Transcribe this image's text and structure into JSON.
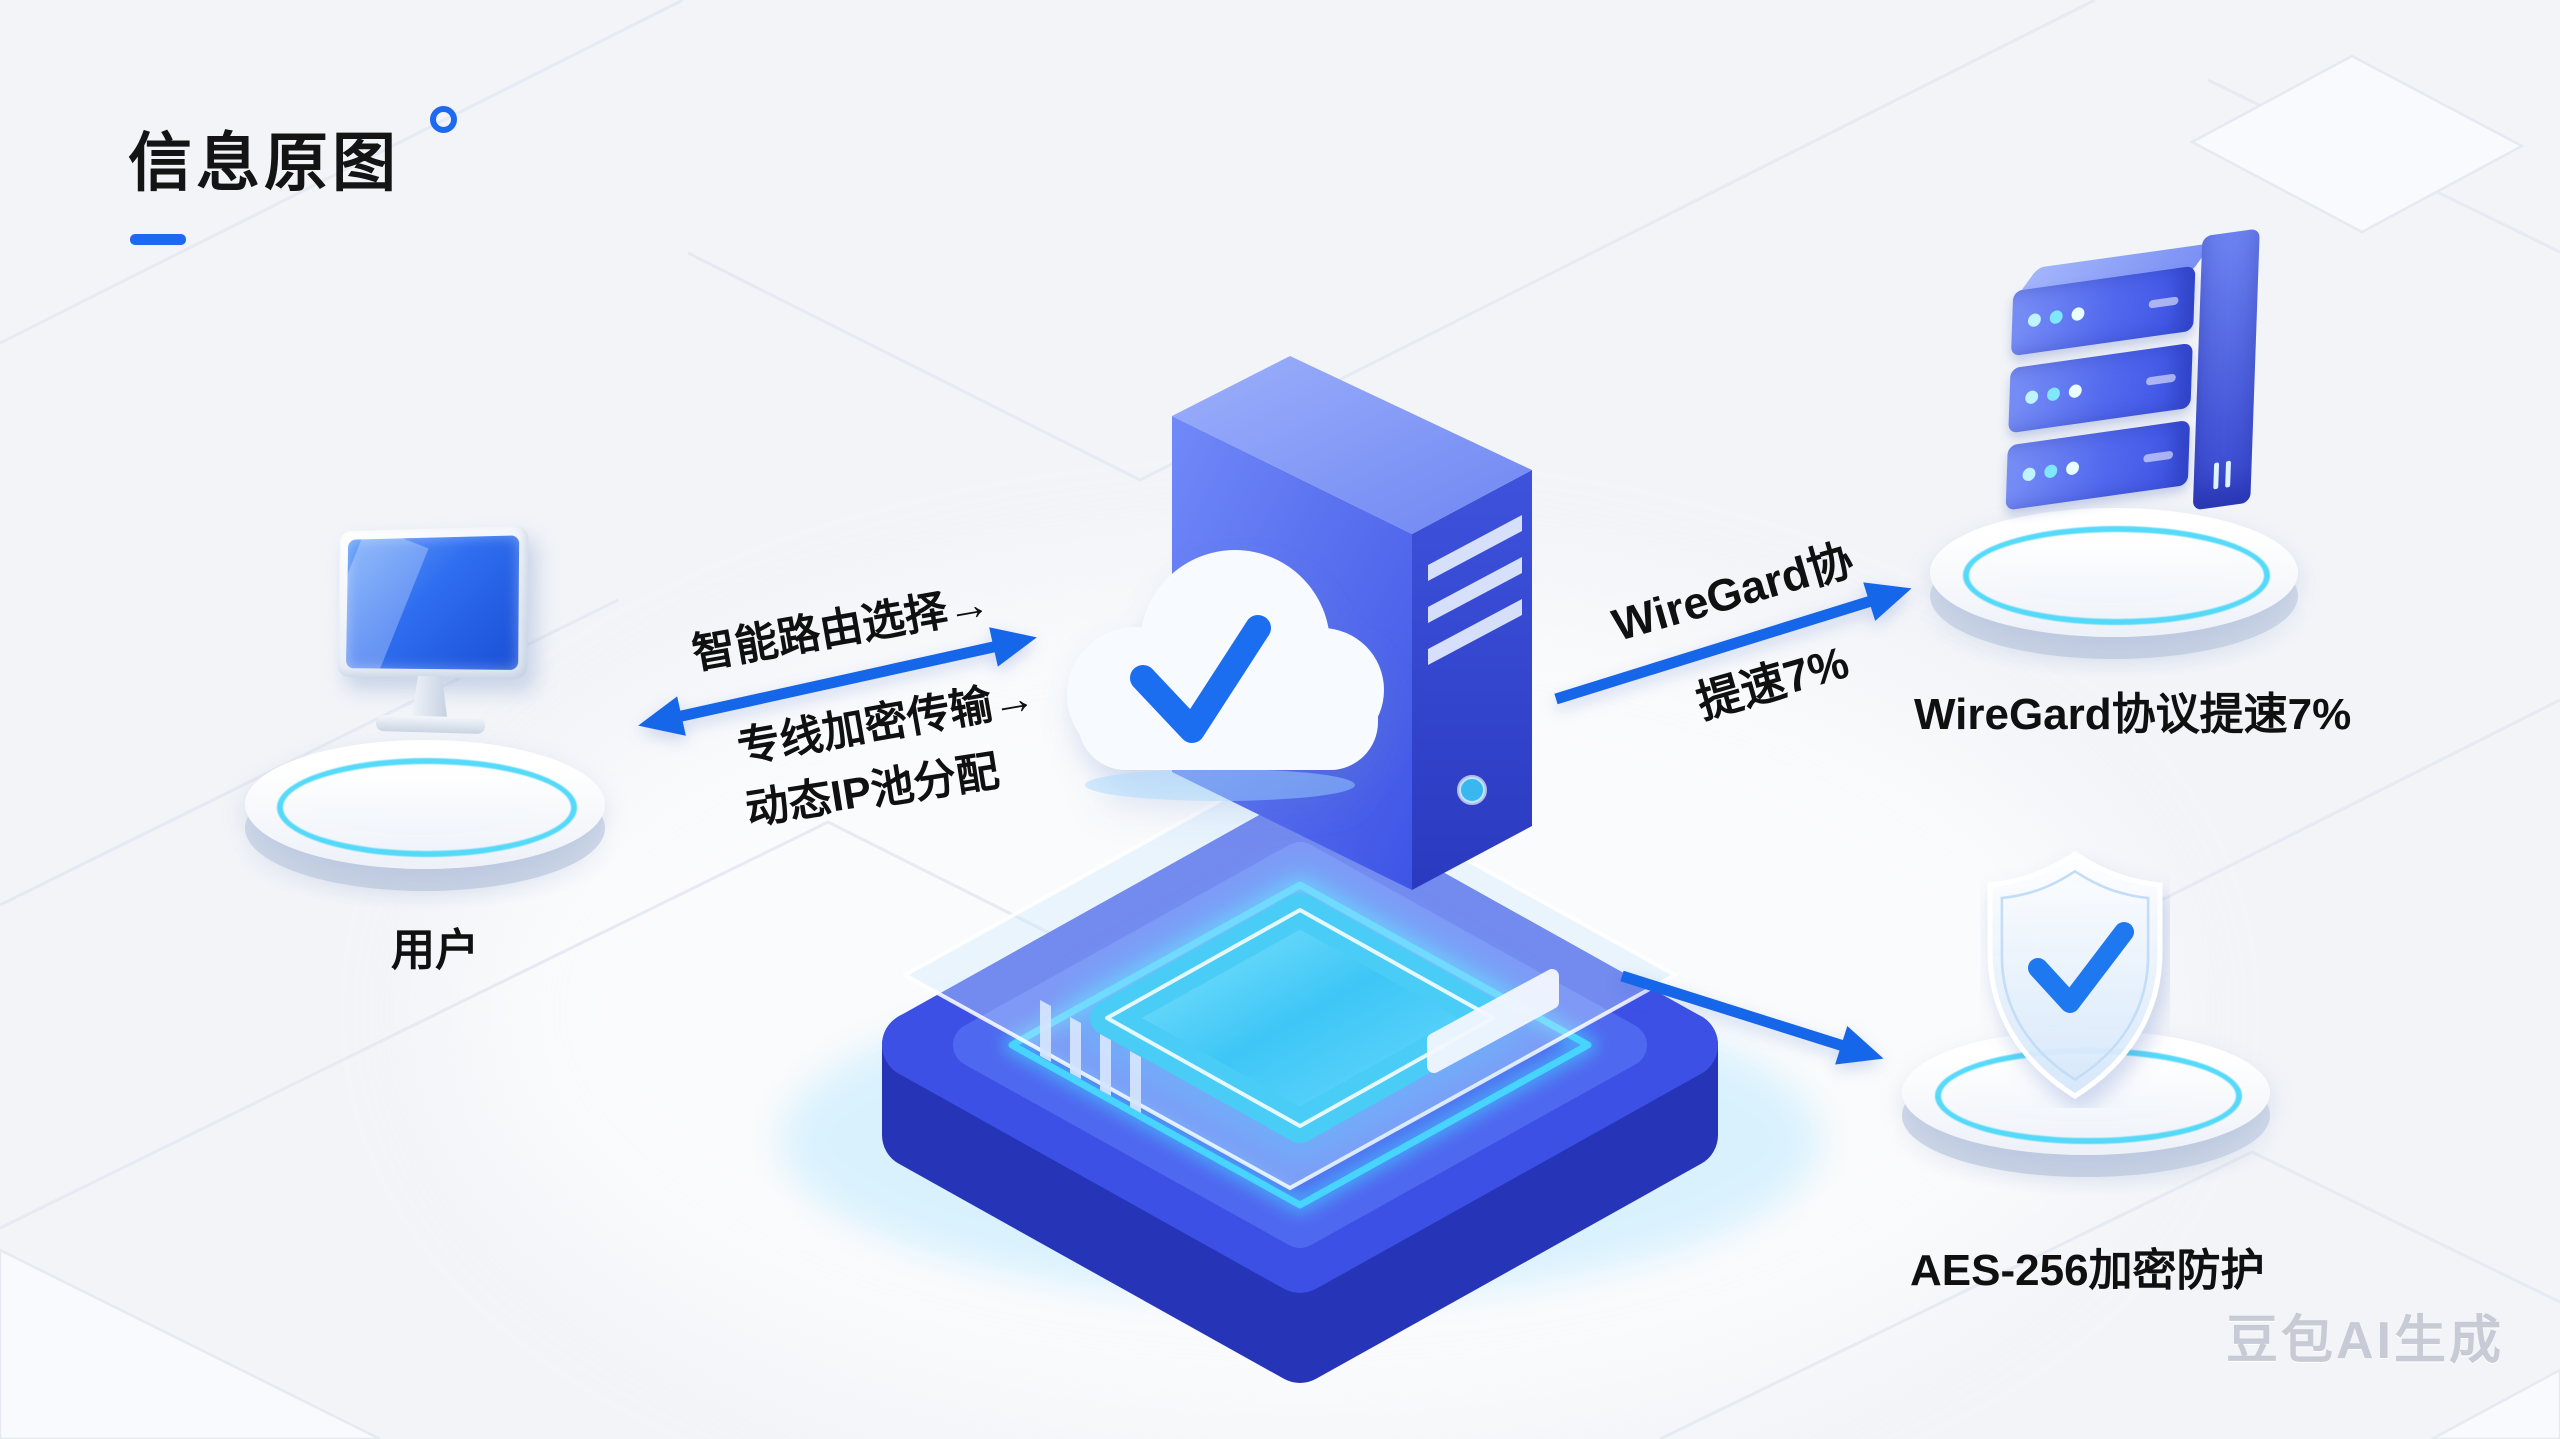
{
  "header": {
    "title": "信息原图"
  },
  "nodes": {
    "user": {
      "label": "用户",
      "icon": "desktop-monitor-icon"
    },
    "gateway": {
      "icon": "cloud-check-server-icon"
    },
    "relay": {
      "label": "WireGard协议提速7%",
      "icon": "server-rack-icon"
    },
    "security": {
      "label": "AES-256加密防护",
      "icon": "shield-check-icon"
    }
  },
  "arrows": {
    "user_gateway": {
      "direction": "bidirectional",
      "labels": [
        "智能路由选择→",
        "专线加密传输→",
        "动态IP池分配"
      ]
    },
    "gateway_relay": {
      "direction": "to-relay",
      "labels": [
        "WireGard协",
        "提速7%"
      ]
    },
    "gateway_security": {
      "direction": "to-security",
      "labels": []
    }
  },
  "footer": {
    "watermark": "豆包AI生成"
  },
  "colors": {
    "accent_blue": "#1d6af0",
    "arrow_blue": "#1566e8",
    "platform_blue": "#3c52e8",
    "glow_cyan": "#49d9ff",
    "background": "#f2f4f8"
  }
}
